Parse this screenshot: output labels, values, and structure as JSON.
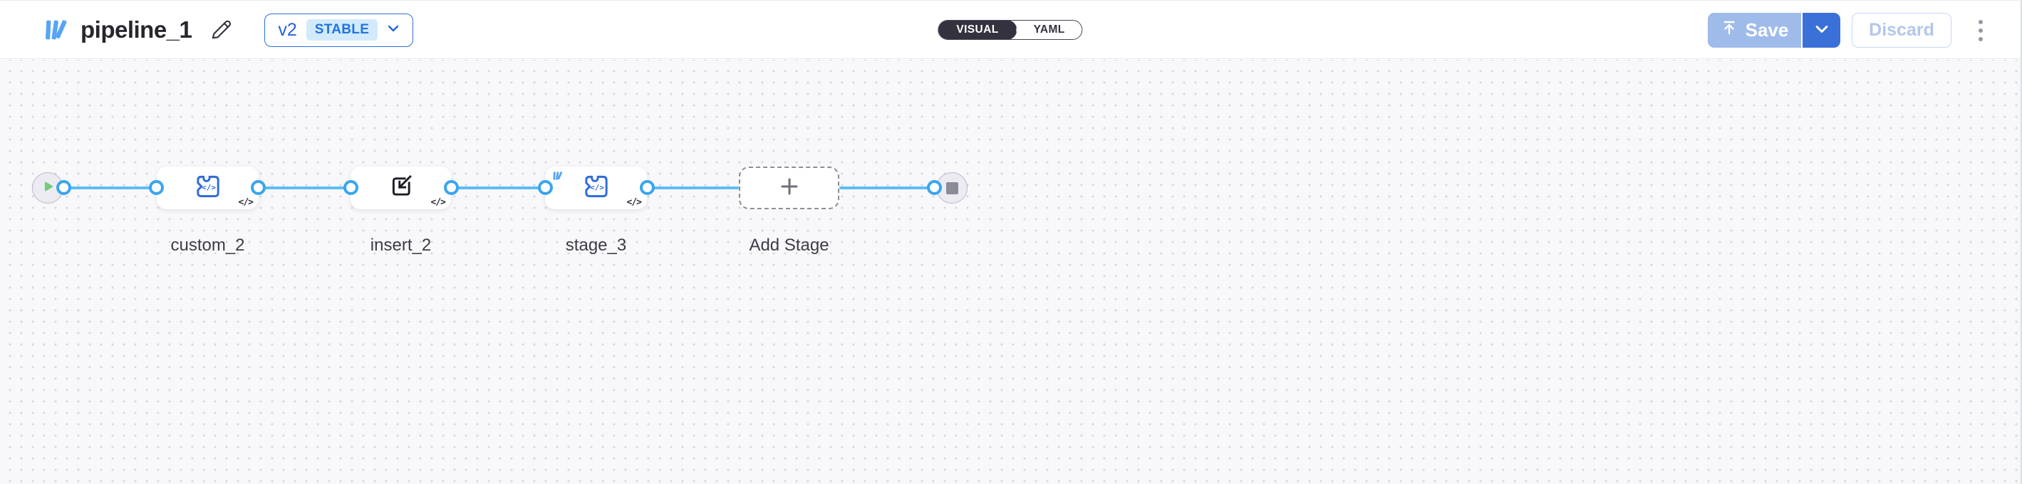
{
  "header": {
    "title": "pipeline_1",
    "version": {
      "label": "v2",
      "badge": "STABLE"
    },
    "view_toggle": {
      "options": [
        "VISUAL",
        "YAML"
      ],
      "selected": "VISUAL"
    },
    "actions": {
      "save": "Save",
      "discard": "Discard"
    }
  },
  "canvas": {
    "nodes": [
      {
        "id": "start",
        "kind": "trigger-circle",
        "icon": "play-icon",
        "label": ""
      },
      {
        "id": "custom_2",
        "kind": "stage",
        "icon": "custom-component-icon",
        "corner_badge": "</>",
        "label": "custom_2"
      },
      {
        "id": "insert_2",
        "kind": "stage",
        "icon": "import-icon",
        "corner_badge": "</>",
        "label": "insert_2"
      },
      {
        "id": "stage_3",
        "kind": "stage",
        "icon": "custom-component-icon",
        "top_left_icon": "brand-logo",
        "corner_badge": "</>",
        "label": "stage_3"
      },
      {
        "id": "add_stage",
        "kind": "add-placeholder",
        "icon": "plus-icon",
        "label": "Add Stage"
      },
      {
        "id": "end",
        "kind": "terminal-circle",
        "icon": "stop-icon",
        "label": ""
      }
    ],
    "edges": [
      {
        "from": "start",
        "to": "custom_2"
      },
      {
        "from": "custom_2",
        "to": "insert_2"
      },
      {
        "from": "insert_2",
        "to": "stage_3"
      },
      {
        "from": "stage_3",
        "to": "add_stage"
      },
      {
        "from": "add_stage",
        "to": "end"
      }
    ]
  },
  "colors": {
    "brand_blue": "#57a5f4",
    "accent_blue": "#2e6fdb",
    "stable_badge_bg": "#d2eafc",
    "stable_badge_text": "#2173de",
    "toggle_dark": "#34323e",
    "save_disabled_bg": "#9fbbea",
    "save_caret_bg": "#3b70d8",
    "discard_text": "#b4c6ea",
    "edge_blue": "#5cbdf5",
    "handle_blue": "#38a5f1",
    "node_icon_blue": "#2f6bdb",
    "canvas_bg": "#f8f8fb",
    "canvas_dot": "#d7d7e0",
    "play_green": "#72cb7e",
    "stop_gray": "#8b8b98"
  }
}
